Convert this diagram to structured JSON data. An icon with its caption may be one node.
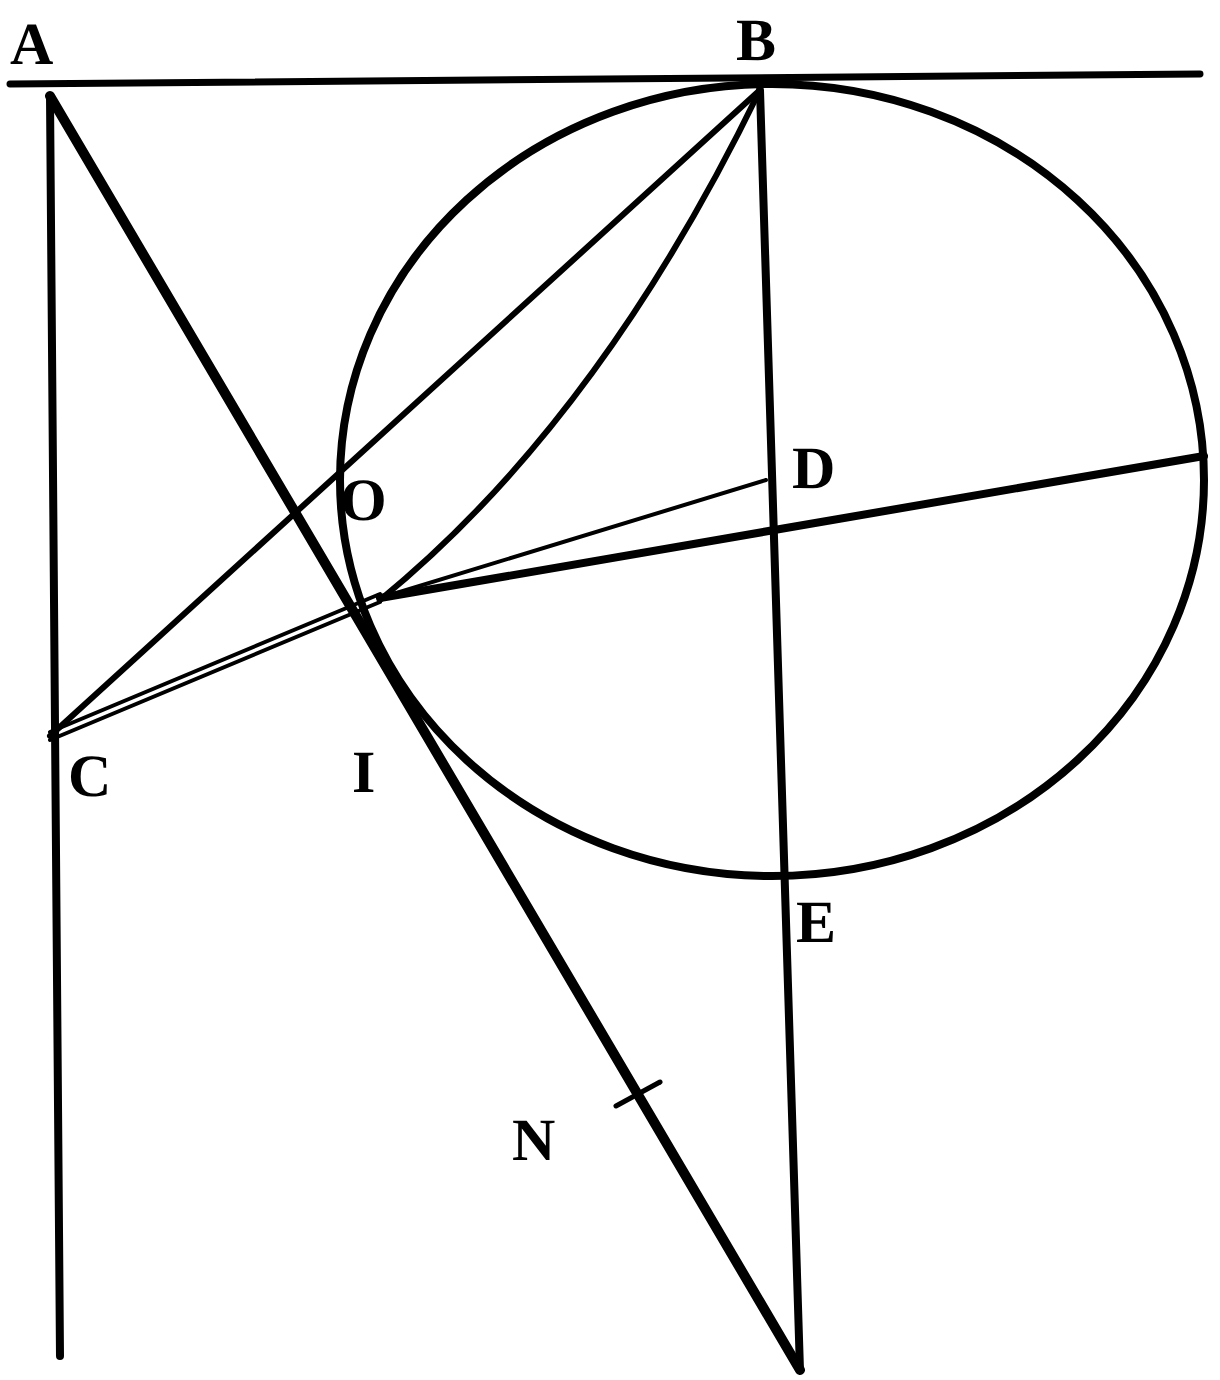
{
  "diagram": {
    "labels": [
      "A",
      "B",
      "O",
      "D",
      "C",
      "I",
      "E",
      "N"
    ]
  }
}
